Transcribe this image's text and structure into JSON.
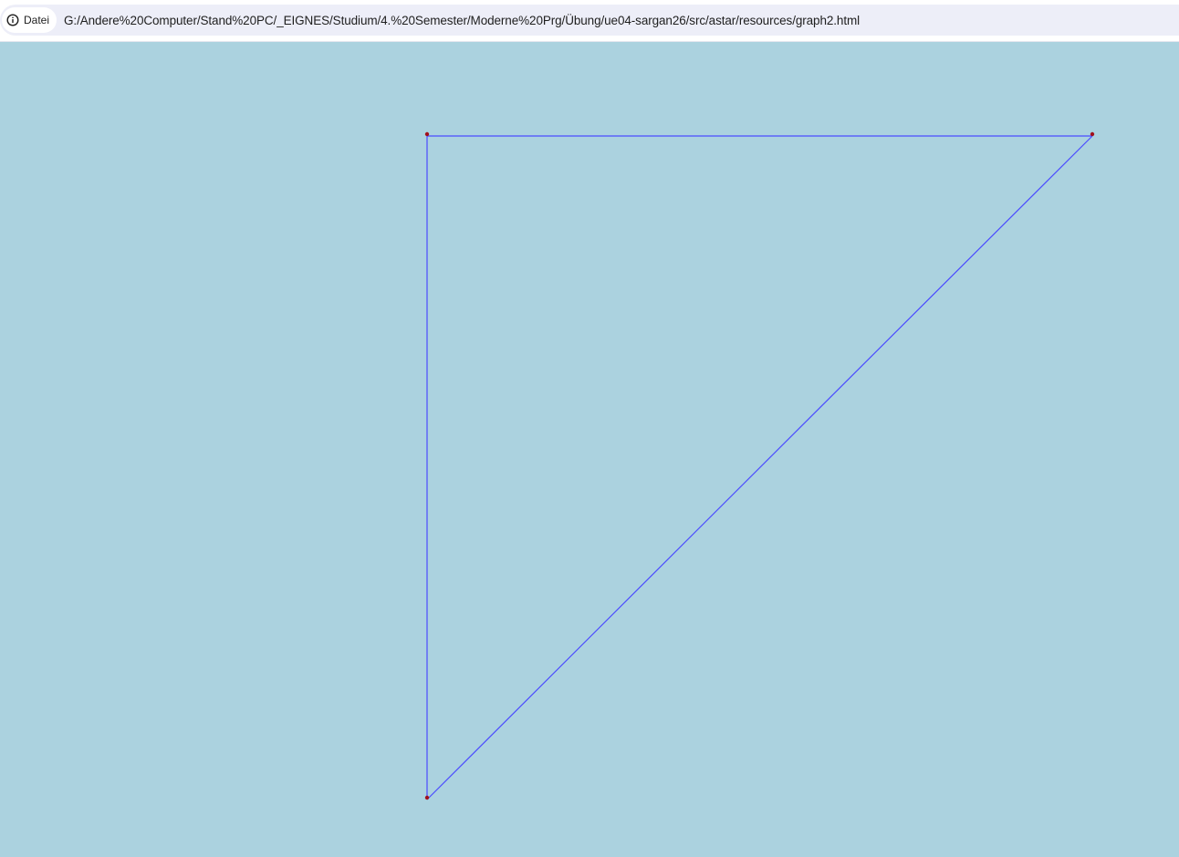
{
  "browser": {
    "security_chip_label": "Datei",
    "security_icon": "info-icon",
    "url": "G:/Andere%20Computer/Stand%20PC/_EIGNES/Studium/4.%20Semester/Moderne%20Prg/Übung/ue04-sargan26/src/astar/resources/graph2.html"
  },
  "page": {
    "background_color": "#abd2df"
  },
  "graph": {
    "edge_color": "#4b4bff",
    "node_color": "#a1111b",
    "nodes": [
      {
        "id": "n1"
      },
      {
        "id": "n2"
      },
      {
        "id": "n3"
      }
    ],
    "edges": [
      {
        "from": "n1",
        "to": "n2"
      },
      {
        "from": "n1",
        "to": "n3"
      },
      {
        "from": "n2",
        "to": "n3"
      }
    ]
  }
}
